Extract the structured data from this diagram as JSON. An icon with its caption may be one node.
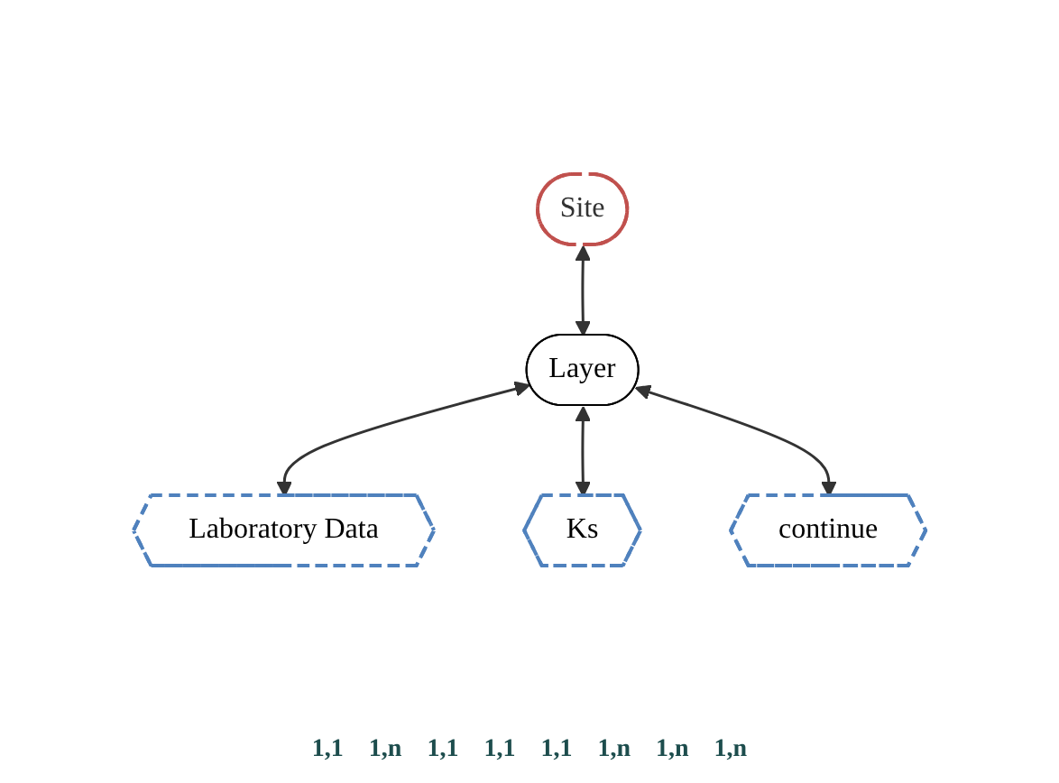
{
  "diagram": {
    "nodes": [
      {
        "text": [
          "Site"
        ]
      },
      {
        "text": [
          "Layer"
        ]
      },
      {
        "text": [
          "Laboratory Data"
        ]
      },
      {
        "text": [
          "Ks"
        ]
      },
      {
        "text": [
          "continue"
        ]
      }
    ],
    "edges": [
      {
        "from": 0,
        "to": 1,
        "arrow": "both"
      },
      {
        "from": 1,
        "to": 2,
        "arrow": "both"
      },
      {
        "from": 1,
        "to": 3,
        "arrow": "both"
      },
      {
        "from": 1,
        "to": 4,
        "arrow": "both"
      }
    ],
    "labels": [
      "1,1",
      "1,n",
      "1,1",
      "1,1",
      "1,1",
      "1,n",
      "1,n",
      "1,n"
    ]
  }
}
